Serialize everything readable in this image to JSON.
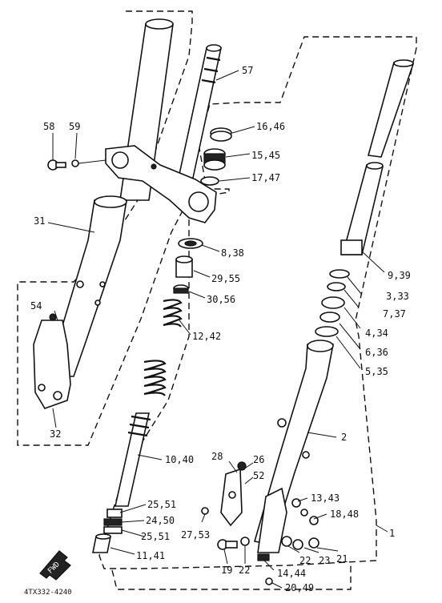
{
  "callouts": [
    {
      "key": "p58",
      "text": "58"
    },
    {
      "key": "p59",
      "text": "59"
    },
    {
      "key": "p57",
      "text": "57"
    },
    {
      "key": "p16",
      "text": "16,46"
    },
    {
      "key": "p15",
      "text": "15,45"
    },
    {
      "key": "p17",
      "text": "17,47"
    },
    {
      "key": "p31",
      "text": "31"
    },
    {
      "key": "p8",
      "text": "8,38"
    },
    {
      "key": "p29",
      "text": "29,55"
    },
    {
      "key": "p30",
      "text": "30,56"
    },
    {
      "key": "p9",
      "text": "9,39"
    },
    {
      "key": "p3",
      "text": "3,33"
    },
    {
      "key": "p7",
      "text": "7,37"
    },
    {
      "key": "p4",
      "text": "4,34"
    },
    {
      "key": "p6",
      "text": "6,36"
    },
    {
      "key": "p5",
      "text": "5,35"
    },
    {
      "key": "p12",
      "text": "12,42"
    },
    {
      "key": "p54",
      "text": "54"
    },
    {
      "key": "p32",
      "text": "32"
    },
    {
      "key": "p2",
      "text": "2"
    },
    {
      "key": "p10",
      "text": "10,40"
    },
    {
      "key": "p28",
      "text": "28"
    },
    {
      "key": "p26",
      "text": "26"
    },
    {
      "key": "p52",
      "text": "52"
    },
    {
      "key": "p25a",
      "text": "25,51"
    },
    {
      "key": "p24",
      "text": "24,50"
    },
    {
      "key": "p25b",
      "text": "25,51"
    },
    {
      "key": "p27",
      "text": "27,53"
    },
    {
      "key": "p11",
      "text": "11,41"
    },
    {
      "key": "p13",
      "text": "13,43"
    },
    {
      "key": "p18",
      "text": "18,48"
    },
    {
      "key": "p1",
      "text": "1"
    },
    {
      "key": "p22",
      "text": "22"
    },
    {
      "key": "p23",
      "text": "23"
    },
    {
      "key": "p21",
      "text": "21"
    },
    {
      "key": "p19",
      "text": "19"
    },
    {
      "key": "p22b",
      "text": "22"
    },
    {
      "key": "p14",
      "text": "14,44"
    },
    {
      "key": "p20",
      "text": "20,49"
    }
  ],
  "footer": {
    "diagram_code": "4TX332-4240",
    "front_badge": "FWD"
  }
}
